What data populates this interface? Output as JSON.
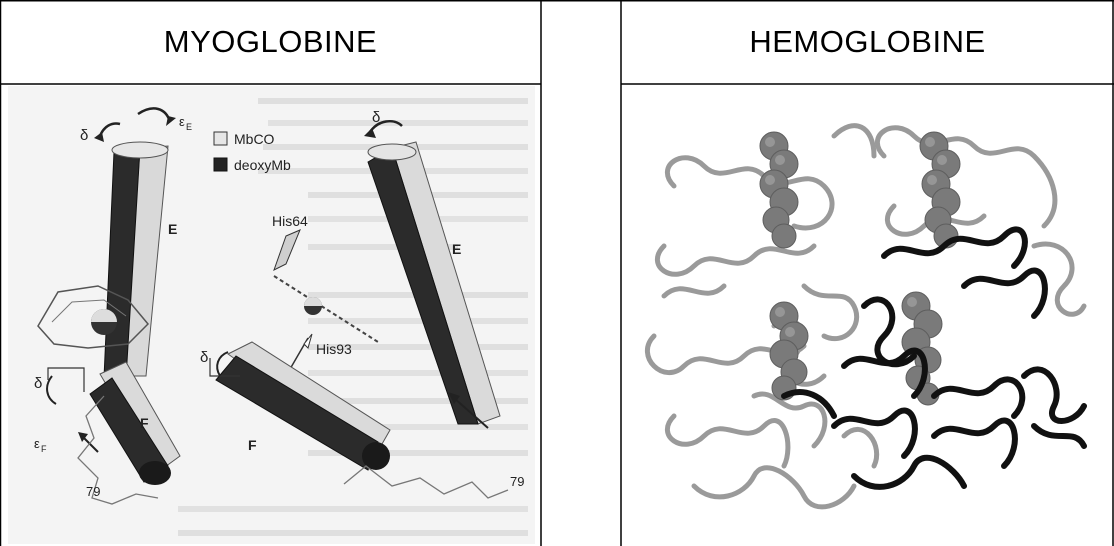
{
  "columns": [
    {
      "title": "MYOGLOBINE",
      "figure_labels": {
        "eps_e": "ε",
        "eps_e_sub": "E",
        "delta": "δ",
        "legend_mbco": "MbCO",
        "legend_deoxy": "deoxyMb",
        "helix_e": "E",
        "his64": "His64",
        "helix_f": "F",
        "his93": "His93",
        "eps_f": "ε",
        "eps_f_sub": "F",
        "residue_79": "79"
      }
    },
    {
      "title": "HEMOGLOBINE"
    }
  ],
  "colors": {
    "border": "#000000",
    "dark_helix": "#2b2b2b",
    "light_helix": "#d8d8d8",
    "ribbon_light": "#9a9a9a",
    "ribbon_dark": "#111111",
    "heme_sphere": "#707070"
  }
}
